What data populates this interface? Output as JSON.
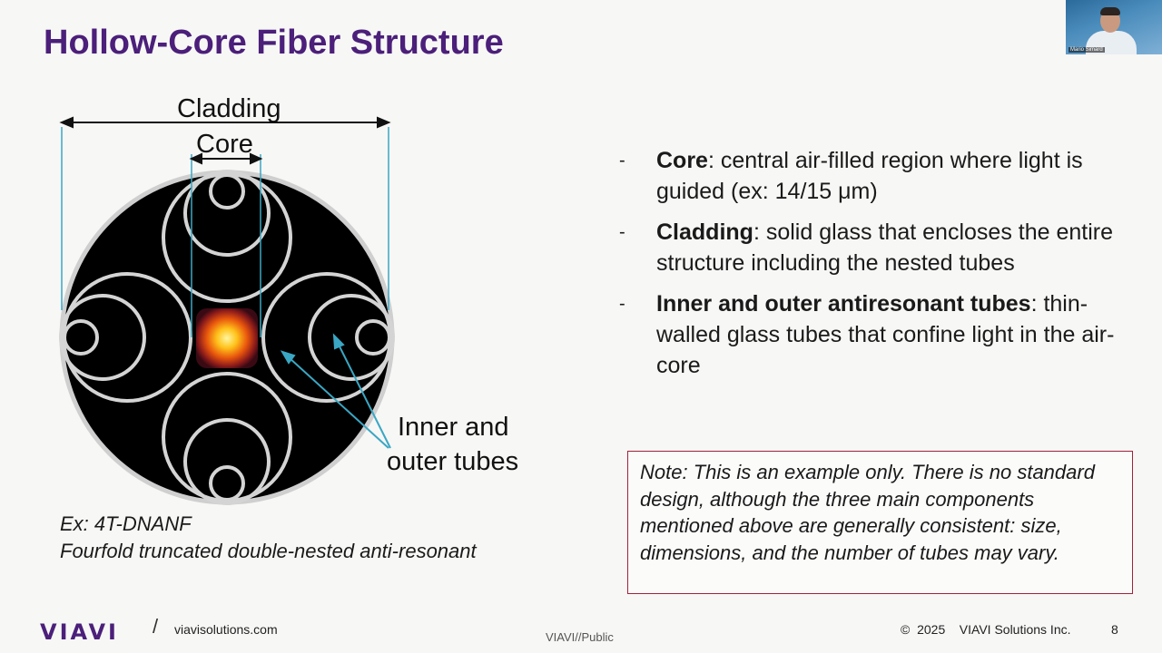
{
  "slide": {
    "title": "Hollow-Core Fiber Structure",
    "diagram": {
      "cladding_label": "Cladding",
      "core_label": "Core",
      "tubes_label_line1": "Inner and",
      "tubes_label_line2": "outer tubes"
    },
    "bullets": [
      {
        "term": "Core",
        "text": ": central air-filled region where light is guided (ex: 14/15 μm)"
      },
      {
        "term": "Cladding",
        "text": ": solid glass that encloses the entire structure including the nested tubes"
      },
      {
        "term": "Inner and outer antiresonant tubes",
        "text": ": thin-walled glass tubes that confine light in the air-core"
      }
    ],
    "bullet_marker": "-",
    "note": "Note: This is an example only. There is no standard design, although the three main components mentioned above are generally consistent: size, dimensions, and the number of tubes may vary.",
    "example_line1": "Ex: 4T-DNANF",
    "example_line2": "Fourfold truncated double-nested anti-resonant"
  },
  "footer": {
    "logo": "VIAVI",
    "separator": "/",
    "url": "viavisolutions.com",
    "classification": "VIAVI//Public",
    "copyright": "©  2025    VIAVI Solutions Inc.",
    "page_number": "8"
  },
  "video": {
    "participant_name": "Mario Simard"
  },
  "colors": {
    "title": "#4b1f7a",
    "note_border": "#a0223a",
    "annotation_line": "#3aa7c4",
    "fiber_body": "#000000",
    "tube_wall": "#d4d4d4"
  }
}
